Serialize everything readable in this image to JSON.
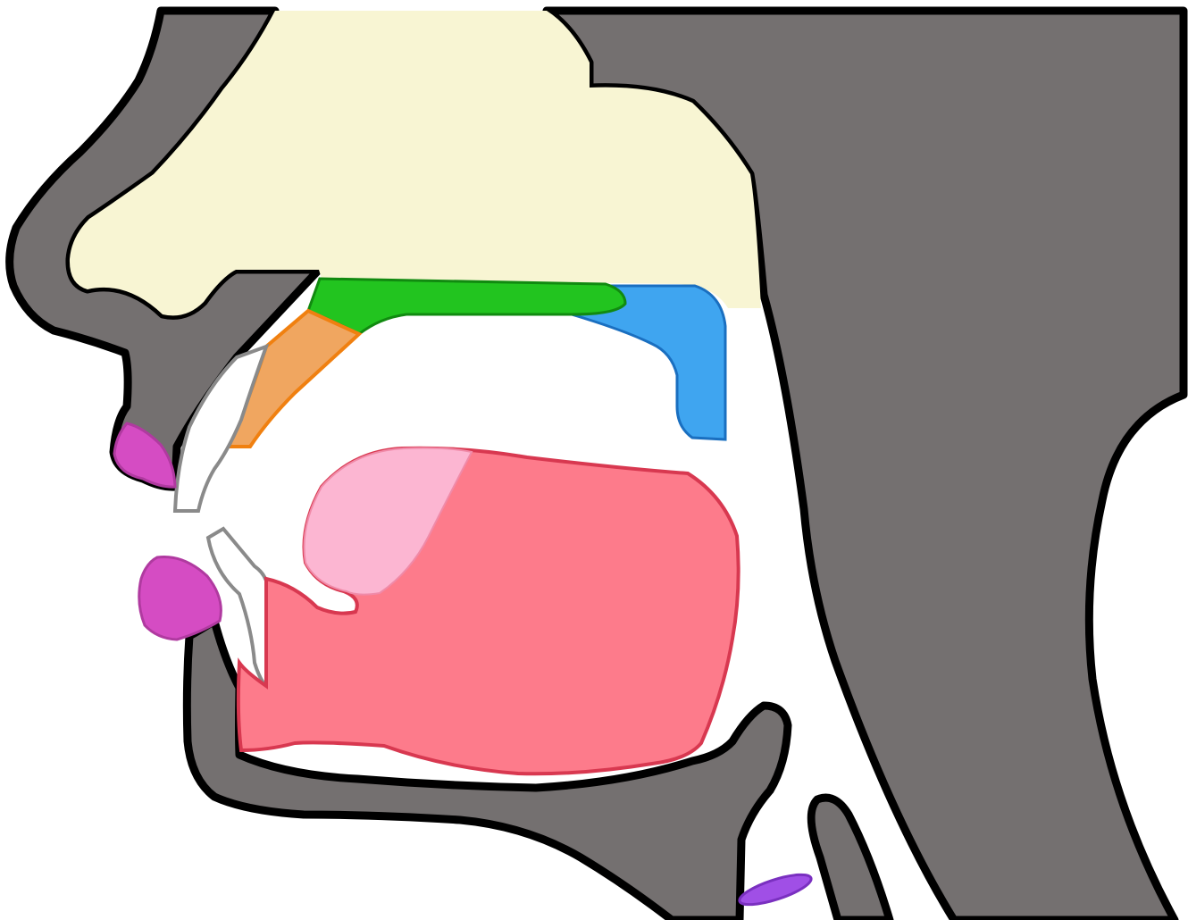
{
  "diagram": {
    "title": "",
    "labels": [],
    "colors": {
      "background": "#ffffff",
      "head_tissue": "#747070",
      "nasal_cavity": "#f8f5d3",
      "hard_palate": "#22c41f",
      "alveolar_ridge": "#f0a660",
      "alveolar_ridge_edge": "#f08010",
      "soft_palate": "#3fa5f0",
      "soft_palate_edge": "#1a6fc0",
      "tongue": "#fd7b8b",
      "tongue_edge": "#d83850",
      "tongue_tip_highlight": "#fcb6d2",
      "lips": "#d54cc3",
      "teeth": "#ffffff",
      "teeth_edge": "#8a8a8a",
      "vocal_folds": "#a04fe6"
    },
    "parts": [
      "upper-lip",
      "lower-lip",
      "upper-teeth",
      "lower-teeth",
      "alveolar-ridge",
      "hard-palate",
      "soft-palate",
      "tongue",
      "nasal-cavity",
      "vocal-folds",
      "epiglottis"
    ]
  }
}
